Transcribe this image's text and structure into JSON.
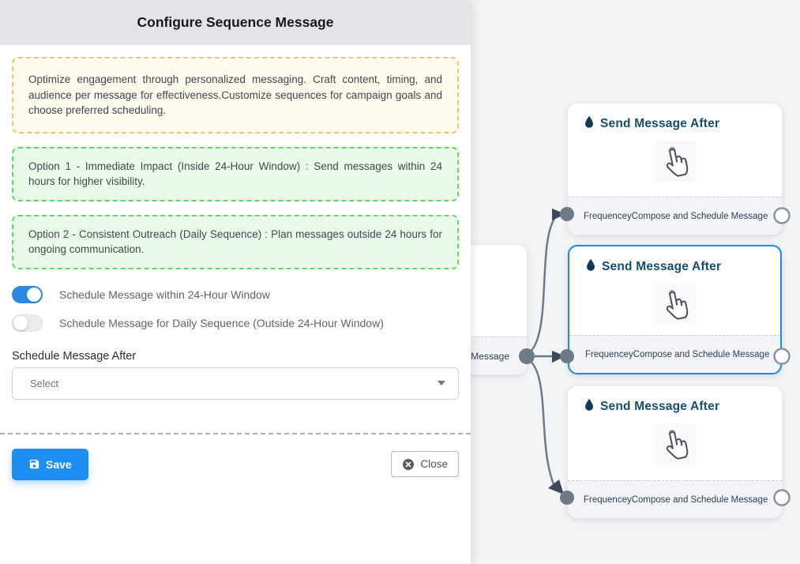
{
  "panel": {
    "title": "Configure Sequence Message",
    "description": "Optimize engagement through personalized messaging. Craft content, timing, and audience per message for effectiveness.Customize sequences for campaign goals and choose preferred scheduling.",
    "options": [
      {
        "text": "Option 1 - Immediate Impact (Inside 24-Hour Window) : Send messages within 24 hours for higher visibility."
      },
      {
        "text": "Option 2 - Consistent Outreach (Daily Sequence) : Plan messages outside 24 hours for ongoing communication."
      }
    ],
    "toggles": [
      {
        "label": "Schedule Message within 24-Hour Window",
        "state": "on"
      },
      {
        "label": "Schedule Message for Daily Sequence (Outside 24-Hour Window)",
        "state": "off"
      }
    ],
    "schedule_after": {
      "label": "Schedule Message After",
      "value": "Select"
    },
    "buttons": {
      "save": "Save",
      "close": "Close"
    }
  },
  "flow": {
    "nodes": [
      {
        "title": "Send Message After",
        "selected": false,
        "footer_left": "Frequencey",
        "footer_right": "Compose and Schedule Message"
      },
      {
        "title": "Send Message After",
        "selected": true,
        "footer_left": "Frequencey",
        "footer_right": "Compose and Schedule Message"
      },
      {
        "title": "Send Message After",
        "selected": false,
        "footer_left": "Frequencey",
        "footer_right": "Compose and Schedule Message"
      }
    ],
    "partial_node": {
      "footer_fragment": "ce Message"
    }
  },
  "icons": {
    "node_title": "droplet-icon",
    "node_body": "tap-gesture-icon",
    "save": "floppy-disk-icon",
    "close": "circle-x-icon",
    "select": "caret-down-icon"
  },
  "colors": {
    "accent_blue": "#1e8ff2",
    "toggle_on": "#2e89e5",
    "selected_node_border": "#1e88e5",
    "yellow_box_border": "#f3c46b",
    "green_box_border": "#63d863",
    "node_title": "#174e6e",
    "edge": "#6e7a87",
    "canvas_bg": "#f3f4f6",
    "header_bg": "#e2e4e8"
  }
}
